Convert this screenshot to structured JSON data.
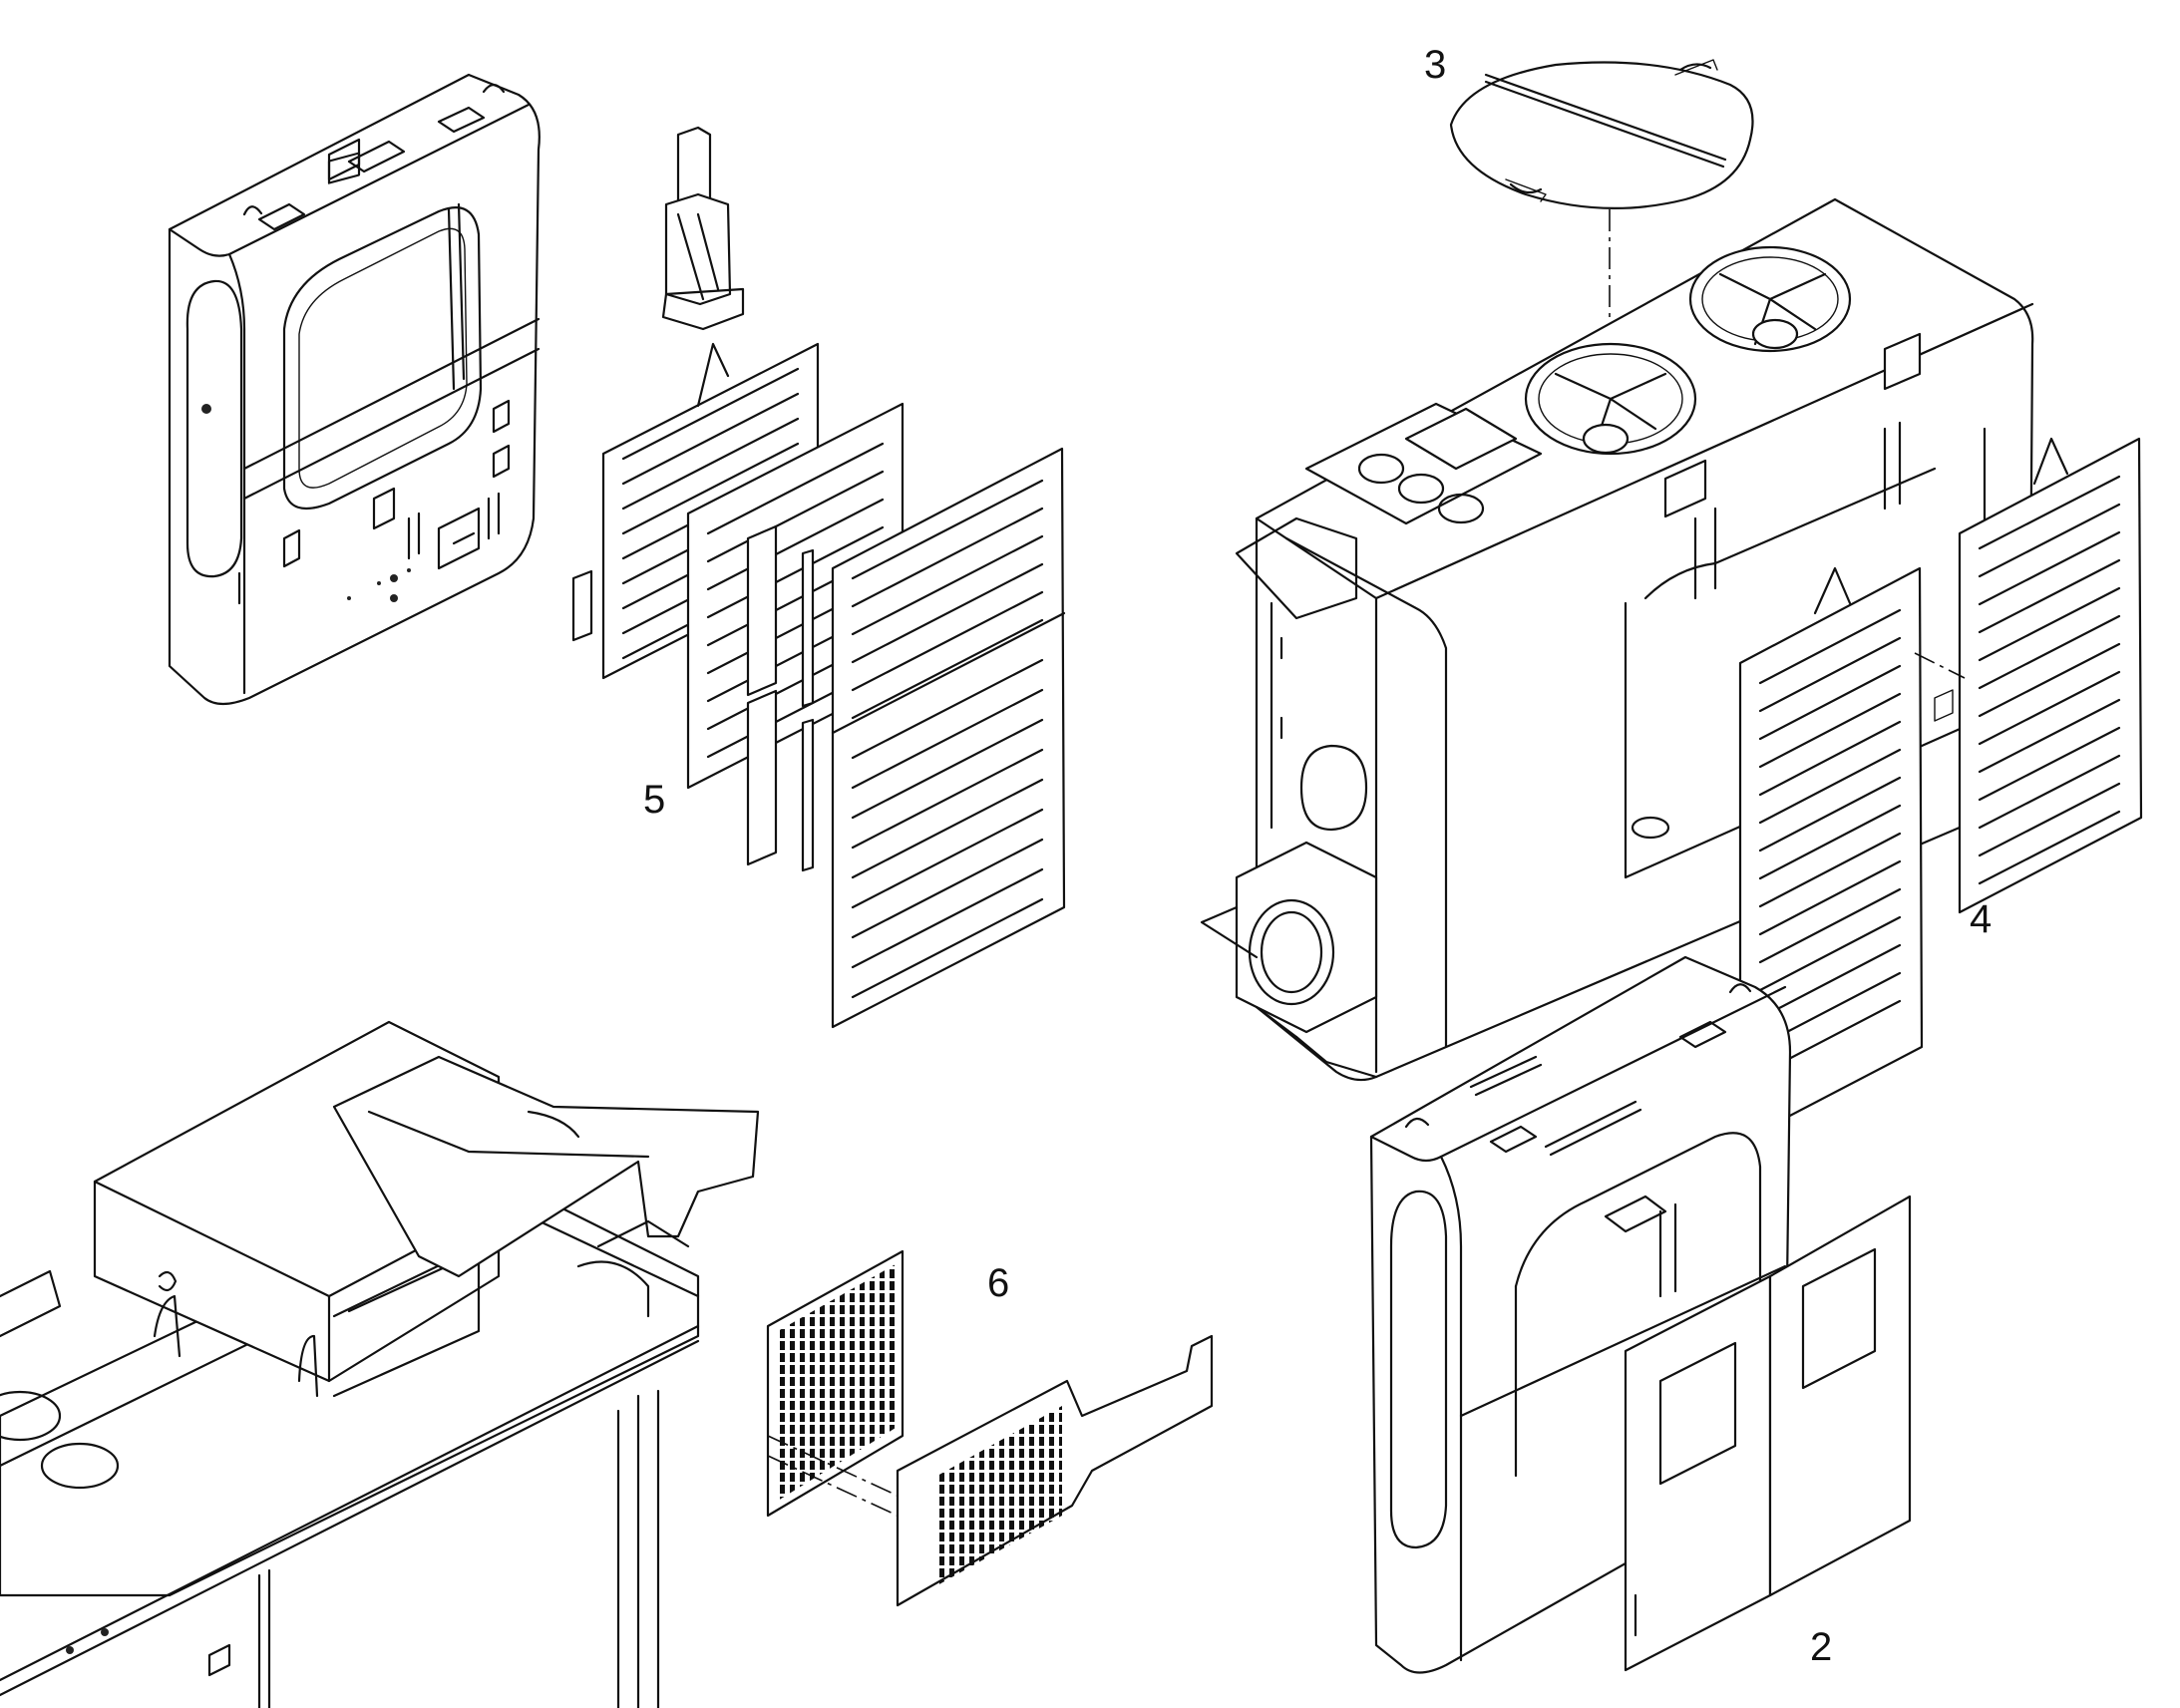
{
  "callouts": [
    {
      "label": "2"
    },
    {
      "label": "3"
    },
    {
      "label": "4"
    },
    {
      "label": "5"
    },
    {
      "label": "6"
    }
  ]
}
